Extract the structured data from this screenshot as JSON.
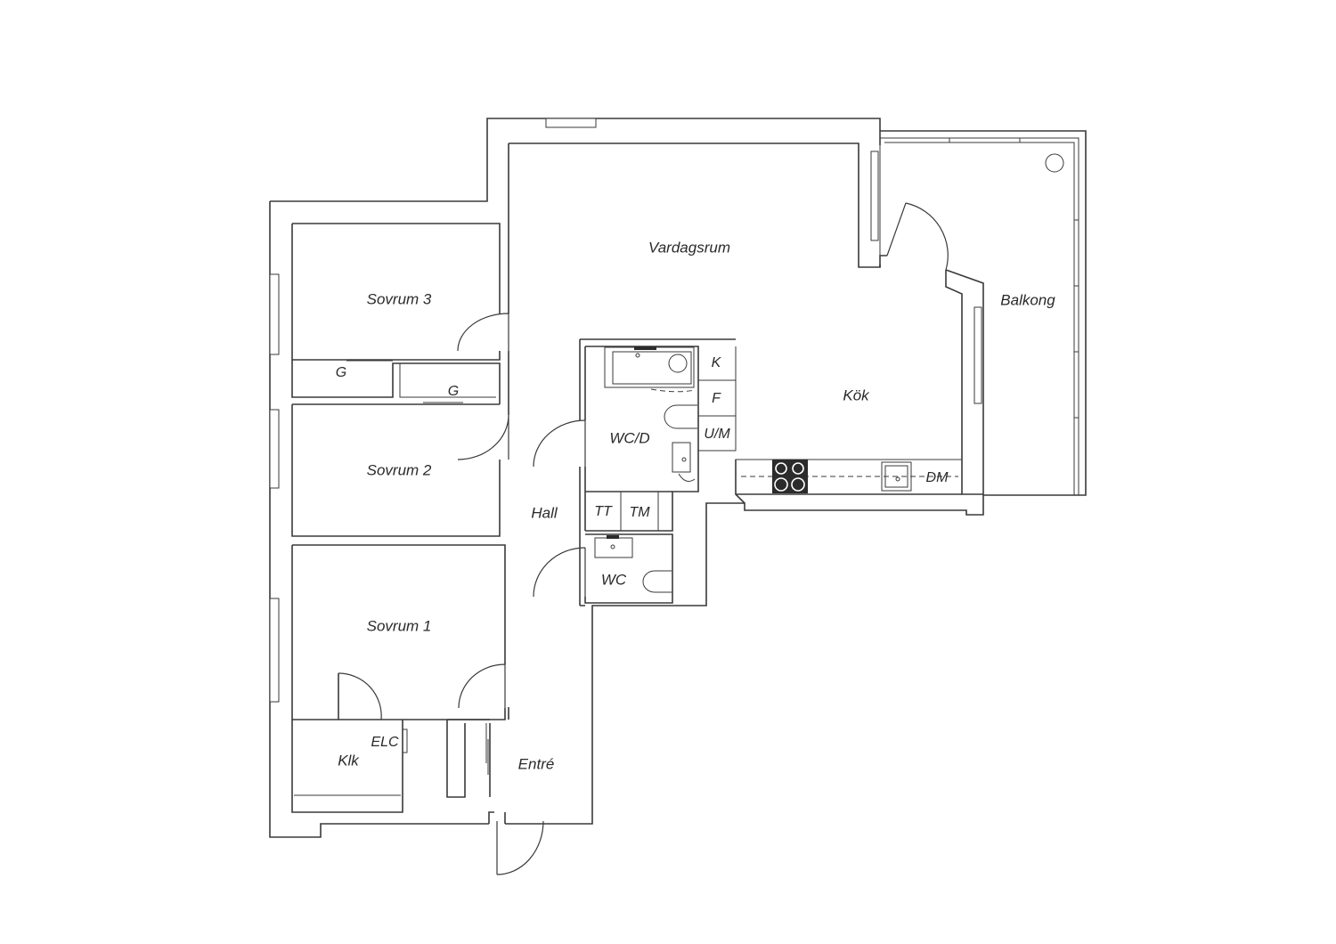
{
  "floorplan": {
    "rooms": {
      "vardagsrum": "Vardagsrum",
      "balkong": "Balkong",
      "kok": "Kök",
      "sovrum3": "Sovrum 3",
      "sovrum2": "Sovrum 2",
      "sovrum1": "Sovrum 1",
      "hall": "Hall",
      "entre": "Entré",
      "klk": "Klk",
      "wcd": "WC/D",
      "wc": "WC"
    },
    "fixtures": {
      "wardrobe_a": "G",
      "wardrobe_b": "G",
      "fridge_k": "K",
      "freezer_f": "F",
      "oven_um": "U/M",
      "dishwasher": "DM",
      "dryer": "TT",
      "washer": "TM",
      "electric_cabinet": "ELC"
    }
  }
}
